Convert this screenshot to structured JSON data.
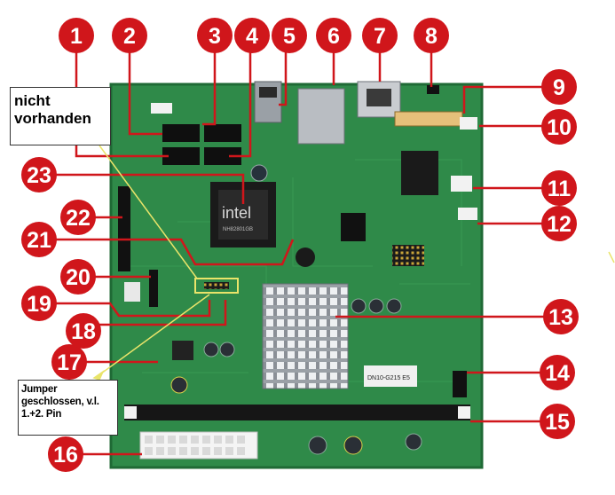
{
  "callouts": {
    "numbers": [
      "1",
      "2",
      "3",
      "4",
      "5",
      "6",
      "7",
      "8",
      "9",
      "10",
      "11",
      "12",
      "13",
      "14",
      "15",
      "16",
      "17",
      "18",
      "19",
      "20",
      "21",
      "22",
      "23"
    ],
    "color": "#d0161b"
  },
  "notes": {
    "top": {
      "line1": "nicht",
      "line2": "vorhanden"
    },
    "bottom": {
      "line1": "Jumper",
      "line2": "geschlossen, v.l.",
      "line3": "1.+2. Pin"
    }
  },
  "board": {
    "chip_brand": "intel",
    "chip_sub": "NH82801GB",
    "model_label": "DN10-G215 E5"
  },
  "colors": {
    "pcb": "#2f8a49",
    "pcb_dark": "#1f6a35",
    "callout": "#d0161b",
    "leader": "#e9e46a"
  }
}
